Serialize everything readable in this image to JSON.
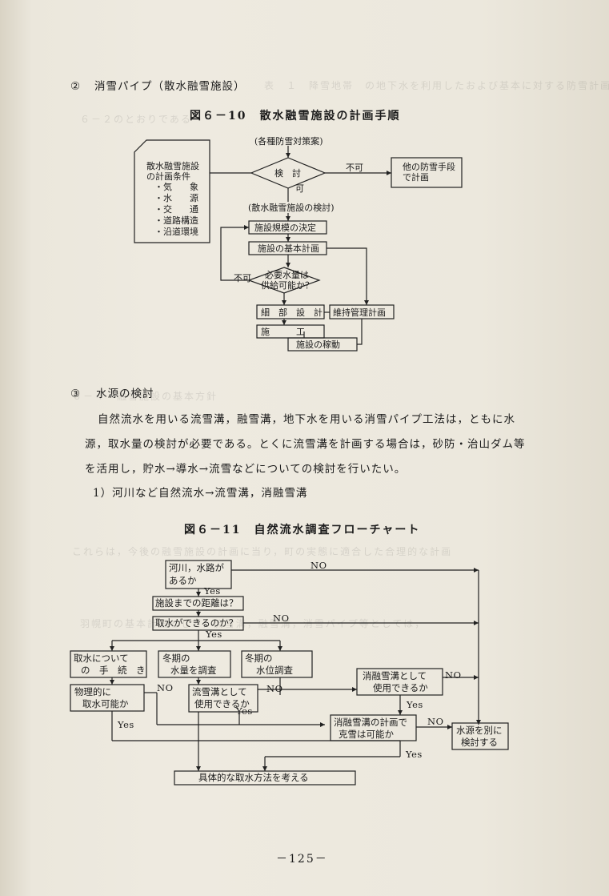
{
  "section2": {
    "num": "②",
    "title": "消雪パイプ（散水融雪施設）"
  },
  "fig1": {
    "caption": "図６－10　散水融雪施設の計画手順",
    "start": "(各種防雪対策案)",
    "conditions_title": [
      "散水融雪施設",
      "の計画条件"
    ],
    "conditions": [
      "・気　　象",
      "・水　　源",
      "・交　　通",
      "・道路構造",
      "・沿道環境"
    ],
    "study": "検　討",
    "ng": "不可",
    "ok": "可",
    "other": [
      "他の防雪手段",
      "で計画"
    ],
    "facility_study": "(散水融雪施設の検討)",
    "scale": "施設規模の決定",
    "basic_plan": "施設の基本計画",
    "water_q": [
      "必要水量は",
      "供給可能か？"
    ],
    "ng2": "不可",
    "detail": "細　部　設　計",
    "maintenance": "維持管理計画",
    "construction": "施　　　工",
    "operation": "施設の稼動"
  },
  "section3": {
    "num": "③",
    "title": "水源の検討",
    "para1": "自然流水を用いる流雪溝，融雪溝，地下水を用いる消雪パイプ工法は，ともに水",
    "para2": "源，取水量の検討が必要である。とくに流雪溝を計画する場合は，砂防・治山ダム等",
    "para3": "を活用し，貯水→導水→流雪などについての検討を行いたい。",
    "sub1": "1）河川など自然流水→流雪溝，消融雪溝"
  },
  "fig2": {
    "caption": "図６－11　自然流水調査フローチャート",
    "q1": [
      "河川，水路が",
      "あるか"
    ],
    "q2": "施設までの距離は？",
    "q3": "取水ができるのか？",
    "procedure": [
      "取水について",
      "の　手　続　き"
    ],
    "winter_amount": [
      "冬期の",
      "水量を調査"
    ],
    "winter_level": [
      "冬期の",
      "水位調査"
    ],
    "physical": [
      "物理的に",
      "取水可能か"
    ],
    "ryusetsu": [
      "流雪溝として",
      "使用できるか"
    ],
    "shoyu": [
      "消融雪溝として",
      "使用できるか"
    ],
    "kokusetsu": [
      "消融雪溝の計画で",
      "克雪は可能か"
    ],
    "other_source": [
      "水源を別に",
      "検討する"
    ],
    "concrete": "具体的な取水方法を考える",
    "yes": "Yes",
    "no": "NO"
  },
  "page_number": "－125－"
}
